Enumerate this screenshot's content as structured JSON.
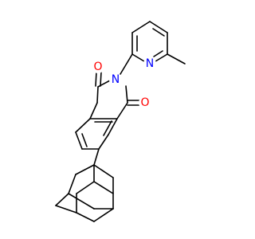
{
  "molecule": {
    "atoms": {
      "oxygen_top": "O",
      "oxygen_right": "O",
      "imide_nitrogen": "N",
      "pyridine_nitrogen": "N"
    }
  },
  "colors": {
    "oxygen": "#ff0000",
    "nitrogen": "#0000ff",
    "bond": "#000000",
    "background": "#ffffff"
  }
}
